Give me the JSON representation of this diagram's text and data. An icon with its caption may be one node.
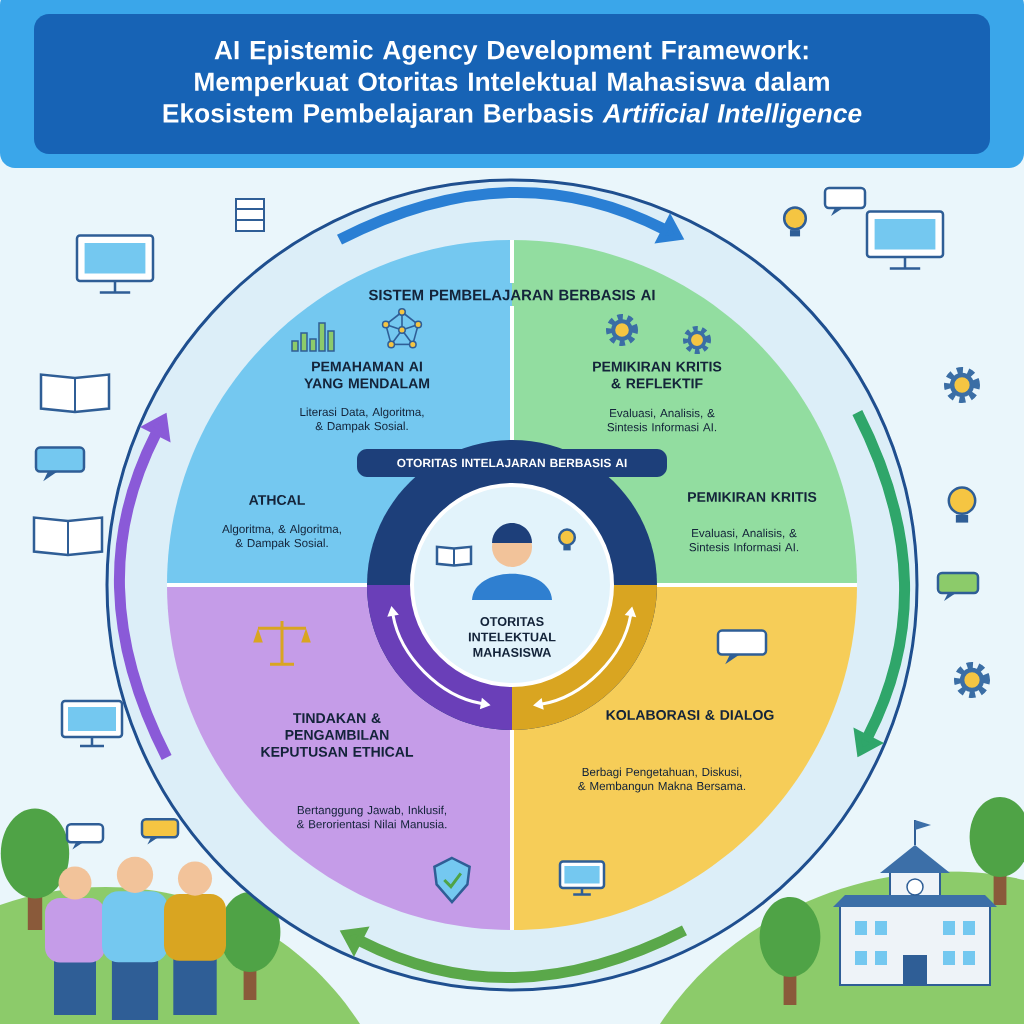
{
  "diagram": {
    "title": "AI Epistemic Agency Development Framework: Memperkuat Otoritas Intelektual Mahasiswa dalam Ekosistem Pembelajaran Berbasis *Artificial Intelligence*",
    "nodes": [
      {
        "text": [
          "SISTEM PEMBELAJARAN BERBASIS AI"
        ]
      },
      {
        "text": [
          "PEMAHAMAN AI YANG MENDALAM",
          "Literasi Data, Algoritma, & Dampak Sosial.",
          "ATHCAL",
          "Algoritma, & Algoritma, & Dampak Sosial."
        ],
        "in": 0
      },
      {
        "text": [
          "PEMIKIRAN KRITIS & REFLEKTIF",
          "Evaluasi, Analisis, & Sintesis Informasi AI.",
          "PEMIKIRAN KRITIS",
          "Evaluasi, Analisis, & Sintesis Informasi AI."
        ],
        "in": 0
      },
      {
        "text": [
          "KOLABORASI & DIALOG",
          "Berbagi Pengetahuan, Diskusi, & Membangun Makna Bersama."
        ],
        "in": 0
      },
      {
        "text": [
          "TINDAKAN & PENGAMBILAN KEPUTUSAN ETHICAL",
          "Bertanggung Jawab, Inklusif, & Berorientasi Nilai Manusia."
        ],
        "in": 0
      },
      {
        "text": [
          "OTORITAS INTELAJARAN BERBASIS AI"
        ],
        "in": 0
      },
      {
        "text": [
          "OTORITAS INTELEKTUAL MAHASISWA"
        ],
        "in": 5
      }
    ],
    "edges": [
      {
        "from": 1,
        "to": 2,
        "arrow": "to",
        "color": "#2a7fd4"
      },
      {
        "from": 2,
        "to": 3,
        "arrow": "to",
        "color": "#2fa66a"
      },
      {
        "from": 3,
        "to": 4,
        "arrow": "to",
        "color": "#5aa84a"
      },
      {
        "from": 4,
        "to": 1,
        "arrow": "to",
        "color": "#8a5ad8"
      }
    ]
  }
}
